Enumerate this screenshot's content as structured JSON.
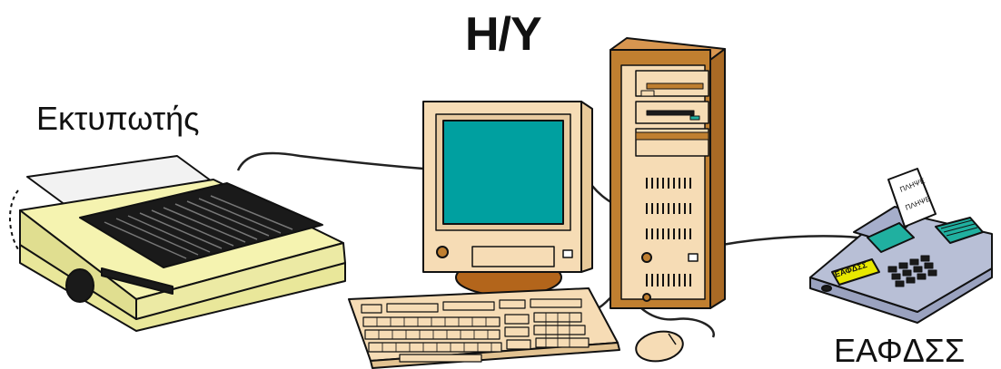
{
  "title": "Η/Υ",
  "labels": {
    "printer": "Εκτυπωτής",
    "register": "ΕΑΦΔΣΣ",
    "device_plate": "ΕΑΦΔΣΣ",
    "receipt_line1": "ΠΛΗΨΕ",
    "receipt_line2": "ΠΛΗΨΕ"
  },
  "colors": {
    "printer_body": "#f5f3b0",
    "printer_dark": "#1a1a1a",
    "monitor_case": "#f6dcb5",
    "screen": "#00a0a0",
    "tower_case": "#c07f30",
    "tower_panel": "#f6dcb5",
    "mouse_pad": "#b3651b",
    "register_body": "#b8bfd6",
    "register_plate": "#e8e800",
    "register_display": "#20b0a0",
    "cable": "#222222"
  }
}
